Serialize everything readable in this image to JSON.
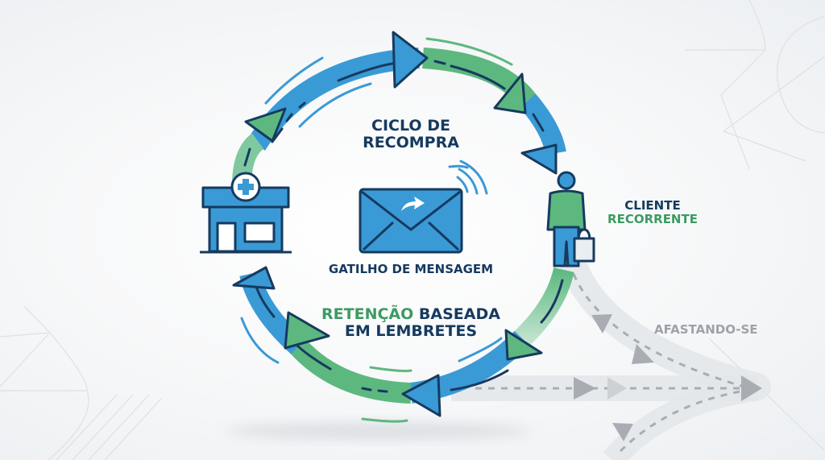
{
  "diagram": {
    "title_line1": "CICLO DE",
    "title_line2": "RECOMPRA",
    "trigger_label": "GATILHO DE MENSAGEM",
    "retention_word": "RETENÇÃO",
    "retention_rest": " BASEADA",
    "retention_line2": "EM LEMBRETES",
    "client_line1": "CLIENTE",
    "client_line2": "RECORRENTE",
    "drift_label": "AFASTANDO-SE",
    "icons": [
      "pharmacy-icon",
      "envelope-send-icon",
      "customer-with-bag-icon",
      "signal-icon"
    ],
    "colors": {
      "blue": "#3a9ad6",
      "green": "#5cb87f",
      "navy": "#163a5f",
      "gray": "#a9adb3",
      "green_text": "#3d9a63"
    }
  }
}
